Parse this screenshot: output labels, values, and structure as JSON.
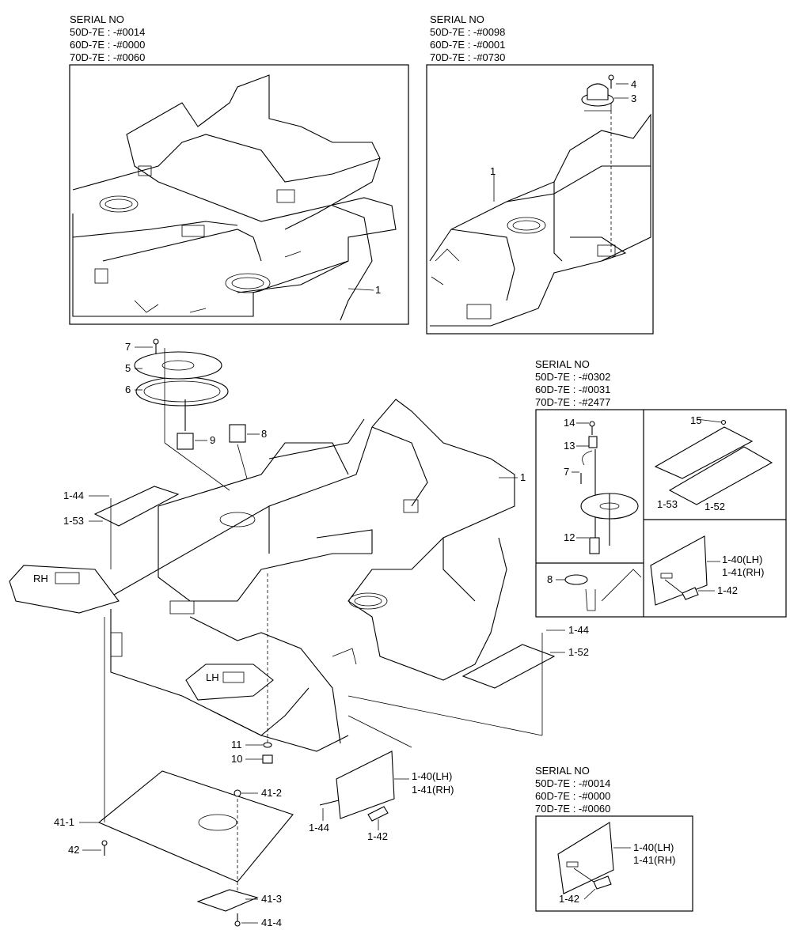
{
  "serial_blocks": {
    "top_left": {
      "header": "SERIAL NO",
      "lines": [
        "50D-7E : -#0014",
        "60D-7E : -#0000",
        "70D-7E : -#0060"
      ]
    },
    "top_right": {
      "header": "SERIAL NO",
      "lines": [
        "50D-7E : -#0098",
        "60D-7E : -#0001",
        "70D-7E : -#0730"
      ]
    },
    "mid_right": {
      "header": "SERIAL NO",
      "lines": [
        "50D-7E : -#0302",
        "60D-7E : -#0031",
        "70D-7E : -#2477"
      ]
    },
    "bottom_right": {
      "header": "SERIAL NO",
      "lines": [
        "50D-7E : -#0014",
        "60D-7E : -#0000",
        "70D-7E : -#0060"
      ]
    }
  },
  "callouts": {
    "tl_1": "1",
    "tr_1": "1",
    "tr_3": "3",
    "tr_4": "4",
    "m_7": "7",
    "m_5": "5",
    "m_6": "6",
    "m_9": "9",
    "m_8": "8",
    "m_1": "1",
    "m_1_44_top": "1-44",
    "m_1_53": "1-53",
    "m_rh": "RH",
    "m_lh": "LH",
    "m_1_44_right": "1-44",
    "m_1_52": "1-52",
    "m_11": "11",
    "m_10": "10",
    "m_41_2": "41-2",
    "m_41_1": "41-1",
    "m_42": "42",
    "m_41_3": "41-3",
    "m_41_4": "41-4",
    "m_1_40": "1-40(LH)",
    "m_1_41": "1-41(RH)",
    "m_1_44_low": "1-44",
    "m_1_42": "1-42",
    "d_14": "14",
    "d_13": "13",
    "d_7": "7",
    "d_12": "12",
    "d_8": "8",
    "d_15": "15",
    "d_1_53": "1-53",
    "d_1_52": "1-52",
    "d_1_40": "1-40(LH)",
    "d_1_41": "1-41(RH)",
    "d_1_42": "1-42",
    "b_1_40": "1-40(LH)",
    "b_1_41": "1-41(RH)",
    "b_1_42": "1-42"
  }
}
